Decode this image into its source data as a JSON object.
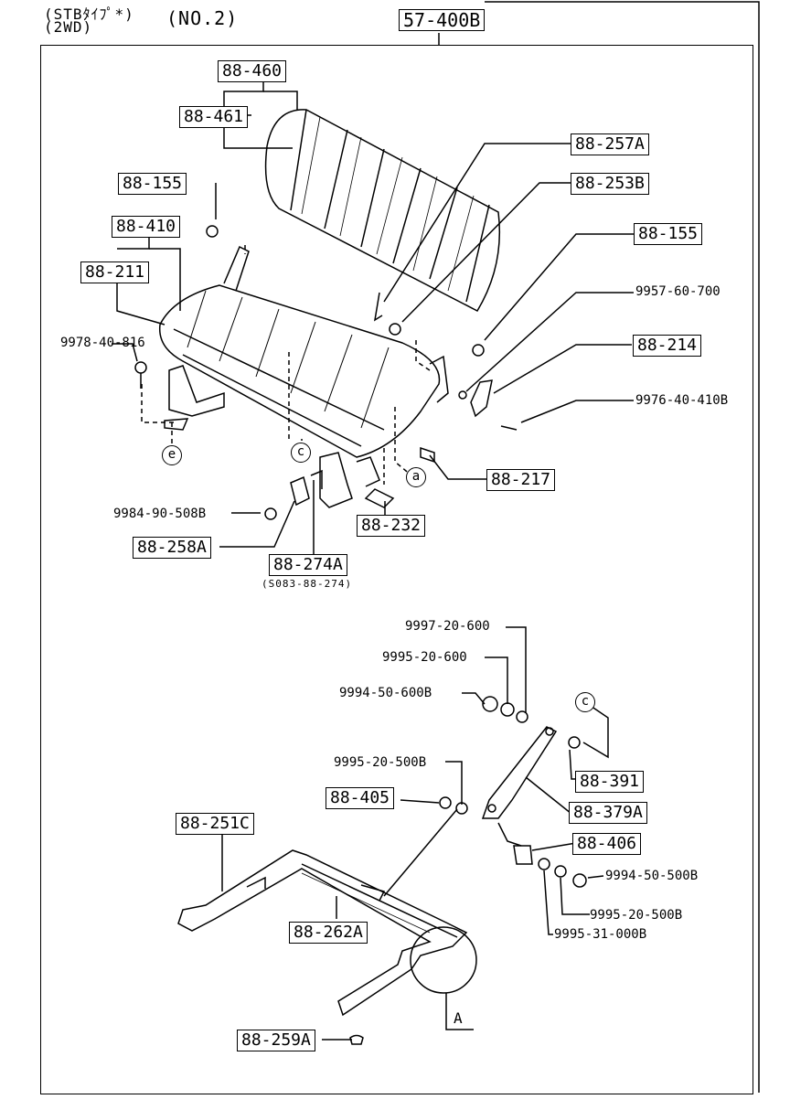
{
  "header": {
    "line1": "(STBﾀｲﾌﾟ*)",
    "line2": "(2WD)",
    "sheet": "(NO.2)",
    "assembly": "57-400B"
  },
  "parts_boxed": {
    "p88_460": "88-460",
    "p88_461": "88-461",
    "p88_257A": "88-257A",
    "p88_155_a": "88-155",
    "p88_253B": "88-253B",
    "p88_410": "88-410",
    "p88_155_b": "88-155",
    "p88_211": "88-211",
    "p88_214": "88-214",
    "p88_217": "88-217",
    "p88_232": "88-232",
    "p88_258A": "88-258A",
    "p88_274A": "88-274A",
    "p88_391": "88-391",
    "p88_405": "88-405",
    "p88_379A": "88-379A",
    "p88_406": "88-406",
    "p88_251C": "88-251C",
    "p88_262A": "88-262A",
    "p88_259A": "88-259A"
  },
  "parts_plain": {
    "p9957": "9957-60-700",
    "p9978": "9978-40-816",
    "p9976": "9976-40-410B",
    "p9984": "9984-90-508B",
    "p9997": "9997-20-600",
    "p9995_600": "9995-20-600",
    "p9994_600": "9994-50-600B",
    "p9995_500_top": "9995-20-500B",
    "p9994_500": "9994-50-500B",
    "p9995_500_bot": "9995-20-500B",
    "p9995_31": "9995-31-000B"
  },
  "notes": {
    "s083": "(S083-88-274)"
  },
  "callouts": {
    "e": "e",
    "c1": "c",
    "a": "a",
    "c2": "c",
    "A": "A"
  }
}
